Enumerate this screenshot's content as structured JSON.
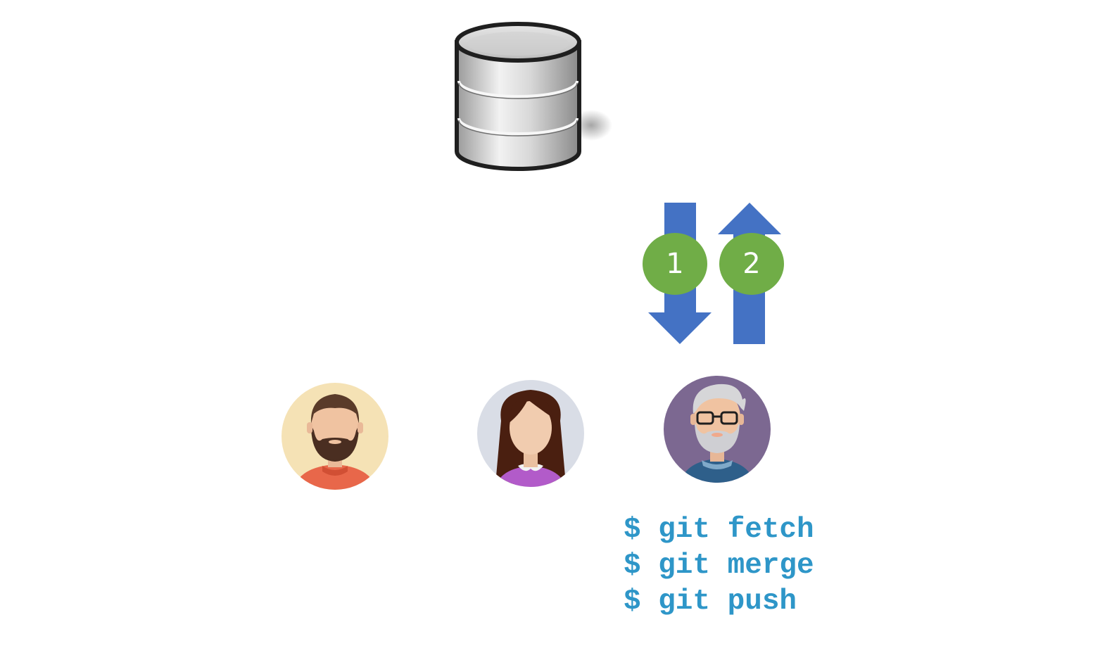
{
  "steps": [
    {
      "number": "1",
      "direction": "down"
    },
    {
      "number": "2",
      "direction": "up"
    }
  ],
  "commands": [
    "$ git fetch",
    "$ git merge",
    "$ git push"
  ],
  "colors": {
    "arrow": "#4472c4",
    "badge": "#70ad47",
    "command_text": "#2e96c8"
  },
  "icons": [
    "database-icon",
    "bearded-man-avatar",
    "woman-avatar",
    "older-man-avatar"
  ]
}
